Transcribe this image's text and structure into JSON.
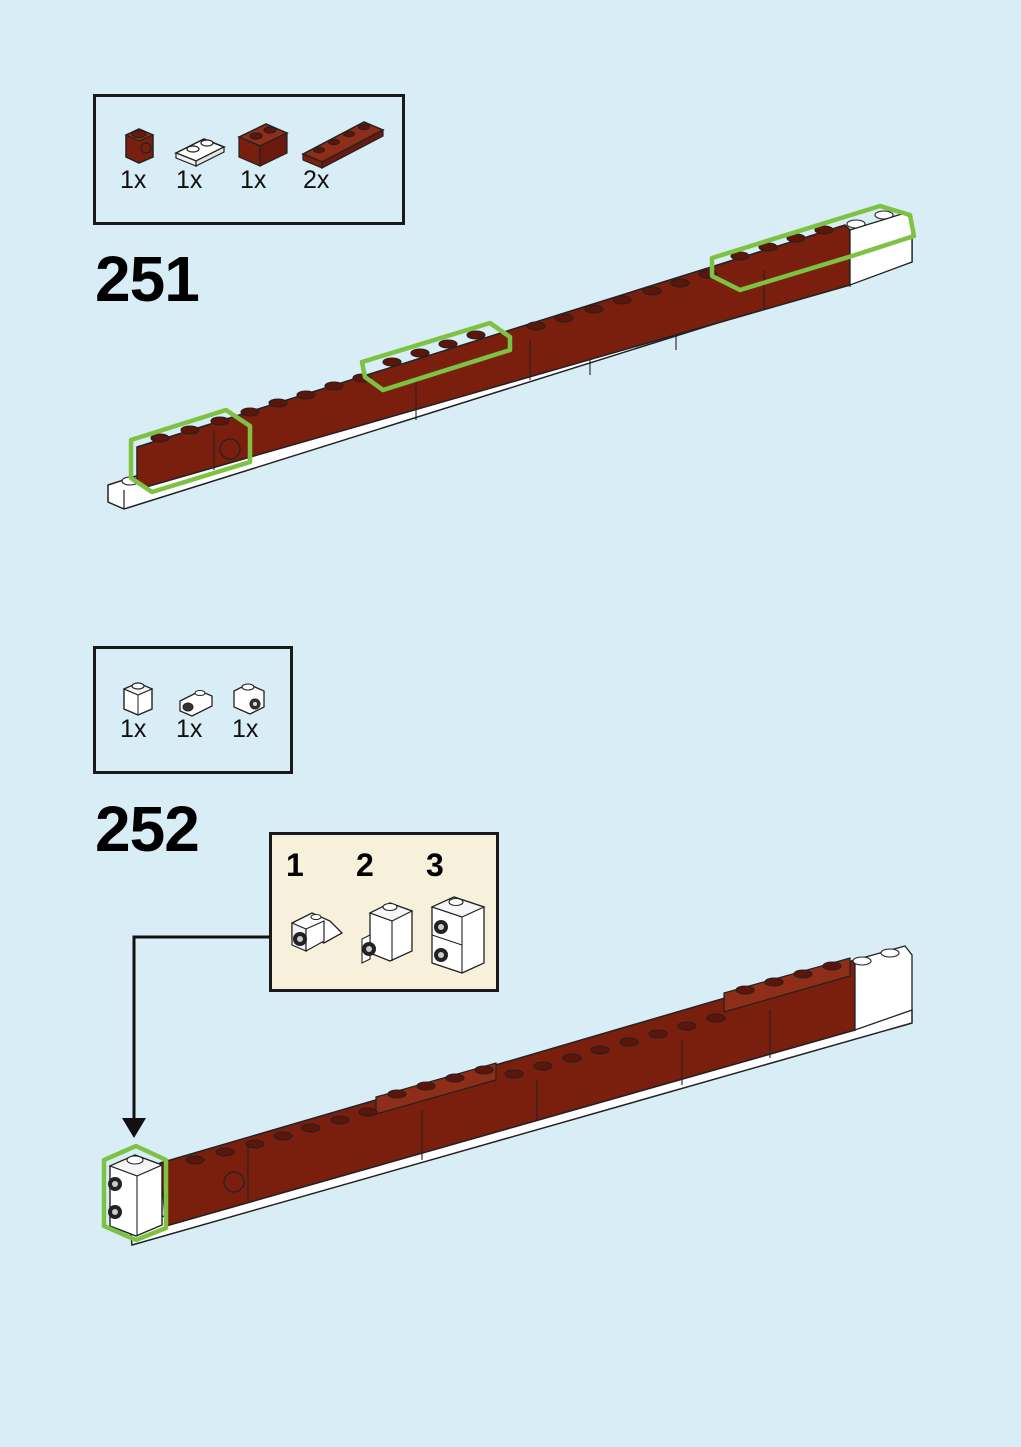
{
  "page": {
    "background": "#d9edf7"
  },
  "colors": {
    "brick_red": "#7a1f0e",
    "brick_red_dark": "#5c1508",
    "white_part": "#ffffff",
    "callout_green": "#7dc242",
    "callout_bg": "#f7f1dc",
    "ink": "#1a1a1a"
  },
  "step251": {
    "number": "251",
    "parts": [
      {
        "icon": "red-round-brick-icon",
        "qty": "1x"
      },
      {
        "icon": "white-plate-1x2-icon",
        "qty": "1x"
      },
      {
        "icon": "red-brick-1x2-icon",
        "qty": "1x"
      },
      {
        "icon": "red-plate-1x4-icon",
        "qty": "2x"
      }
    ]
  },
  "step252": {
    "number": "252",
    "parts": [
      {
        "icon": "white-brick-1x1-icon",
        "qty": "1x"
      },
      {
        "icon": "white-bracket-icon",
        "qty": "1x"
      },
      {
        "icon": "white-headlight-brick-icon",
        "qty": "1x"
      }
    ],
    "sub_steps": [
      "1",
      "2",
      "3"
    ]
  }
}
